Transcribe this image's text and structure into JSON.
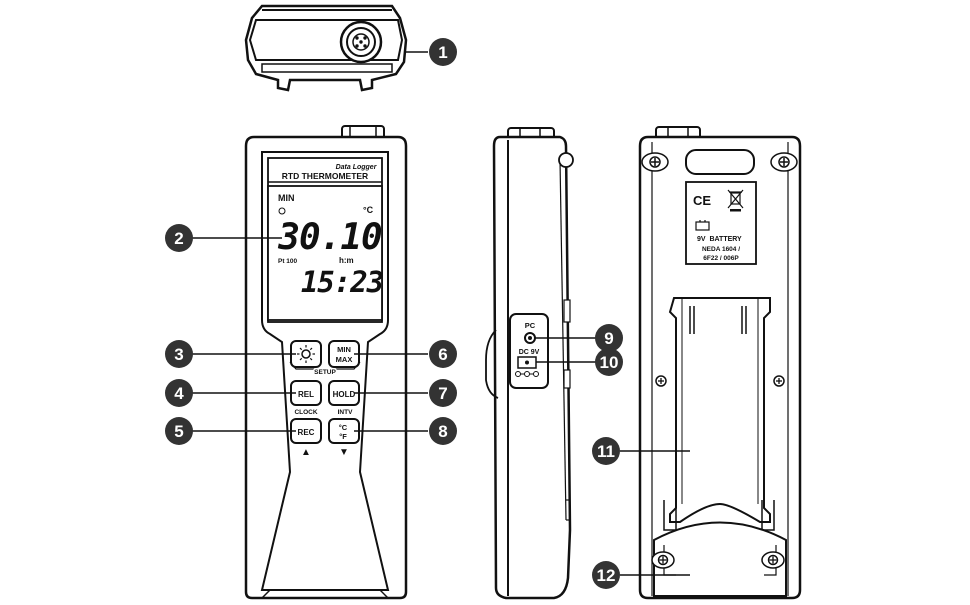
{
  "front": {
    "label_logger": "Data Logger",
    "title": "RTD THERMOMETER",
    "lcd": {
      "mode": "MIN",
      "unit": "°C",
      "reading": "30.10",
      "probe": "Pt 100",
      "time_unit": "h:m",
      "time": "15:23"
    },
    "buttons": {
      "backlight": "",
      "minmax_top": "MIN",
      "minmax_bottom": "MAX",
      "setup": "SETUP",
      "rel": "REL",
      "hold": "HOLD",
      "clock": "CLOCK",
      "intv": "INTV",
      "rec": "REC",
      "unit_c": "°C",
      "unit_f": "°F",
      "up": "▲",
      "down": "▼"
    }
  },
  "side": {
    "pc_label": "PC",
    "dc_label": "DC 9V"
  },
  "back": {
    "ce": "CE",
    "battery_line1": "9V  BATTERY",
    "battery_line2": "NEDA 1604 /",
    "battery_line3": "6F22 / 006P"
  },
  "callouts": [
    "1",
    "2",
    "3",
    "4",
    "5",
    "6",
    "7",
    "8",
    "9",
    "10",
    "11",
    "12"
  ]
}
